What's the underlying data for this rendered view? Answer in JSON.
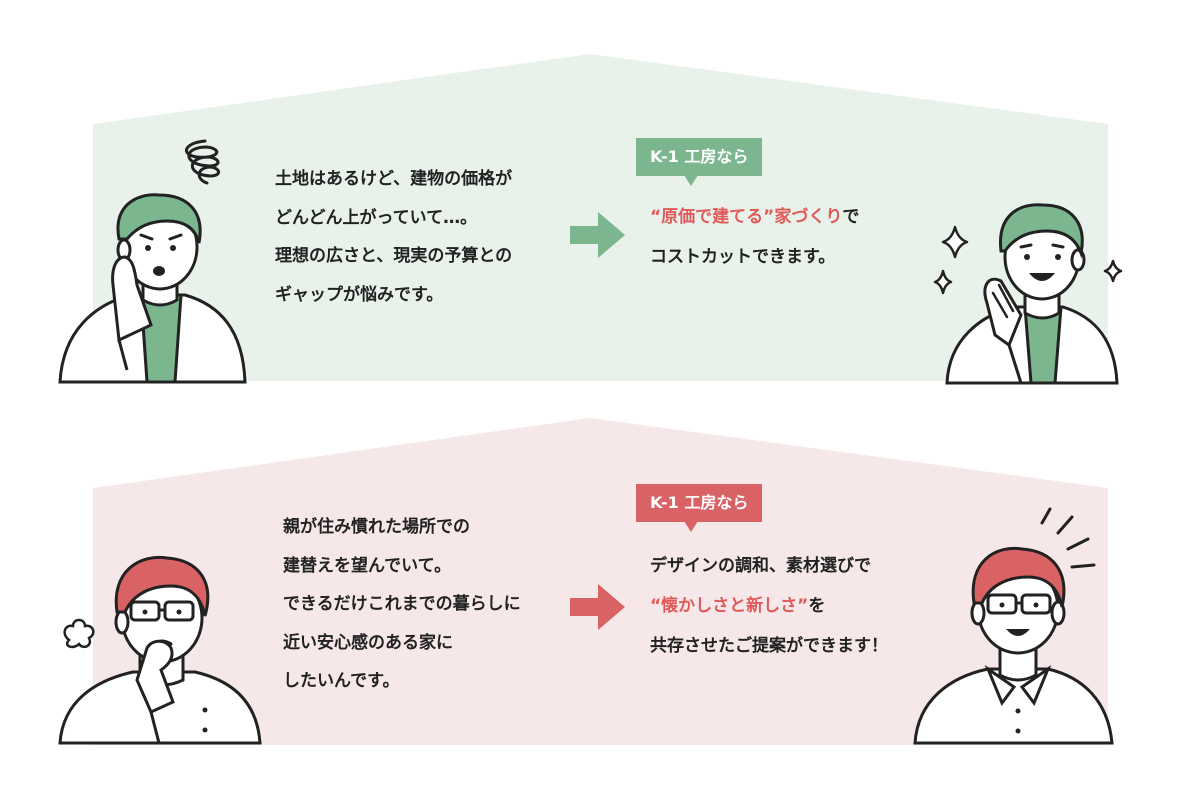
{
  "colors": {
    "green_bg": "#e8f2eb",
    "green": "#7bb68f",
    "red_bg": "#f6e7e8",
    "red": "#d86264",
    "text": "#222222",
    "highlight": "#e05a5a"
  },
  "panels": [
    {
      "theme": "green",
      "problem_lines": [
        "土地はあるけど、建物の価格が",
        "どんどん上がっていて…。",
        "理想の広さと、現実の予算との",
        "ギャップが悩みです。"
      ],
      "badge": "K-1 工房なら",
      "solution_lines": [
        {
          "hl": "“原価で建てる”家づくり",
          "text": "で"
        },
        {
          "hl": "",
          "text": "コストカットできます。"
        }
      ],
      "left_person_icon": "worried-man-icon",
      "right_person_icon": "happy-man-icon",
      "decor_icons": [
        "spiral-icon",
        "sparkle-icon"
      ]
    },
    {
      "theme": "red",
      "problem_lines": [
        "親が住み慣れた場所での",
        "建替えを望んでいて。",
        "できるだけこれまでの暮らしに",
        "近い安心感のある家に",
        "したいんです。"
      ],
      "badge": "K-1 工房なら",
      "solution_lines": [
        {
          "hl": "",
          "text": "デザインの調和、素材選びで"
        },
        {
          "hl": "“懐かしさと新しさ”",
          "text": "を"
        },
        {
          "hl": "",
          "text": "共存させたご提案ができます！"
        }
      ],
      "left_person_icon": "thinking-man-icon",
      "right_person_icon": "smiling-man-icon",
      "decor_icons": [
        "sigh-puff-icon",
        "emphasis-lines-icon"
      ]
    }
  ]
}
